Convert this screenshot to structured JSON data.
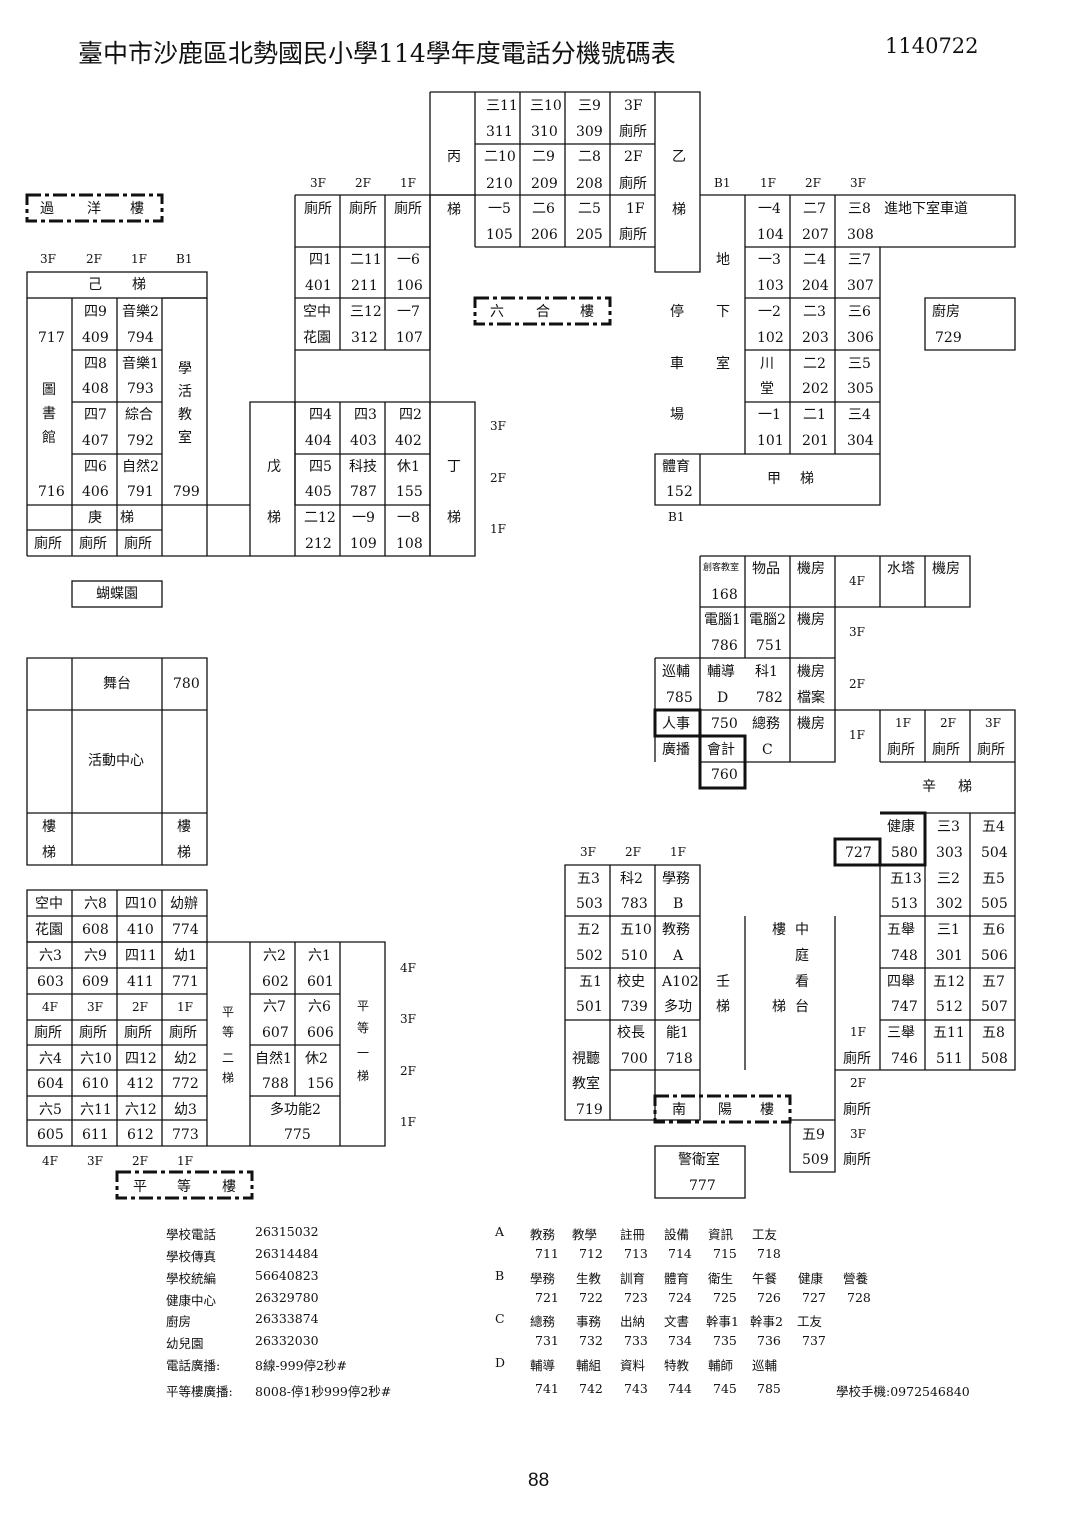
{
  "header": {
    "title": "臺中市沙鹿區北勢國民小學114學年度電話分機號碼表",
    "date": "1140722"
  },
  "west": {
    "header": [
      "過",
      "洋",
      "樓"
    ],
    "floors": [
      "3F",
      "2F",
      "1F",
      "B1"
    ],
    "ji_stair": [
      "己",
      "梯"
    ],
    "r1a": "四9",
    "r1b": "音樂2",
    "r1c": "409",
    "r1d": "794",
    "r2a": "四8",
    "r2b": "音樂1",
    "r2c": "408",
    "r2d": "793",
    "r3a": "四7",
    "r3b": "綜合",
    "r3c": "407",
    "r3d": "792",
    "r4a": "四6",
    "r4b": "自然2",
    "r4c": "406",
    "r4d": "791",
    "lib": [
      "圖",
      "書",
      "館"
    ],
    "lib_ext1": "717",
    "lib_ext2": "716",
    "hall": [
      "學",
      "活",
      "教",
      "室"
    ],
    "hall_ext": "799",
    "geng_stair": [
      "庚",
      "梯"
    ],
    "wc": "廁所",
    "butterfly": "蝴蝶園"
  },
  "stage": {
    "stage_label": "舞台",
    "stage_ext": "780",
    "center": "活動中心",
    "stair": [
      "樓",
      "梯"
    ]
  },
  "center": {
    "floors": [
      "3F",
      "2F",
      "1F"
    ],
    "wc": "廁所",
    "r401a": "四1",
    "r401b": "401",
    "r211a": "二11",
    "r211b": "211",
    "r106a": "一6",
    "r106b": "106",
    "garden": [
      "空中",
      "花園"
    ],
    "r312a": "三12",
    "r312b": "312",
    "r107a": "一7",
    "r107b": "107",
    "wu": [
      "戊",
      "梯"
    ],
    "ding": [
      "丁",
      "梯"
    ],
    "bing": [
      "丙",
      "梯"
    ],
    "r404a": "四4",
    "r404b": "404",
    "r403a": "四3",
    "r403b": "403",
    "r402a": "四2",
    "r402b": "402",
    "r405a": "四5",
    "r405b": "405",
    "tech_a": "科技",
    "tech_b": "787",
    "xiu1a": "休1",
    "xiu1b": "155",
    "r212a": "二12",
    "r212b": "212",
    "r109a": "一9",
    "r109b": "109",
    "r108a": "一8",
    "r108b": "108",
    "ding_floors": [
      "3F",
      "2F",
      "1F"
    ],
    "c1": [
      "三11",
      "三10",
      "三9",
      "3F"
    ],
    "c1n": [
      "311",
      "310",
      "309",
      "廁所"
    ],
    "c2": [
      "二10",
      "二9",
      "二8",
      "2F"
    ],
    "c2n": [
      "210",
      "209",
      "208",
      "廁所"
    ],
    "c3": [
      "一5",
      "二6",
      "二5",
      "1F"
    ],
    "c3n": [
      "105",
      "206",
      "205",
      "廁所"
    ],
    "liuhe": [
      "六",
      "合",
      "樓"
    ]
  },
  "east": {
    "yi": [
      "乙",
      "梯"
    ],
    "floors": [
      "B1",
      "1F",
      "2F",
      "3F"
    ],
    "rows": [
      [
        "一4",
        "二7",
        "三8"
      ],
      [
        "104",
        "207",
        "308"
      ],
      [
        "一3",
        "二4",
        "三7"
      ],
      [
        "103",
        "204",
        "307"
      ],
      [
        "一2",
        "二3",
        "三6"
      ],
      [
        "102",
        "203",
        "306"
      ],
      [
        "川",
        "二2",
        "三5"
      ],
      [
        "堂",
        "202",
        "305"
      ],
      [
        "一1",
        "二1",
        "三4"
      ],
      [
        "101",
        "201",
        "304"
      ]
    ],
    "tunnel": "進地下室車道",
    "kitchen": "廚房",
    "kitchen_ext": "729",
    "di": "地",
    "xia": "下",
    "shi": "室",
    "ting": "停",
    "che": "車",
    "chang": "場",
    "gym": "體育",
    "gym_ext": "152",
    "b1": "B1",
    "jia": [
      "甲",
      "梯"
    ]
  },
  "admin": {
    "maker": "創客教室",
    "goods": "物品",
    "machine": "機房",
    "ext168": "168",
    "floor4": "4F",
    "water": "水塔",
    "machine2": "機房",
    "pc1": "電腦1",
    "pc2": "電腦2",
    "pc1_ext": "786",
    "pc2_ext": "751",
    "floor3": "3F",
    "xunfu": "巡輔",
    "fudao": "輔導",
    "ke1": "科1",
    "xunfu_ext": "785",
    "fudao_ext": "D",
    "ke1_ext": "782",
    "archive": "檔案",
    "floor2": "2F",
    "hr": "人事",
    "hr_ext": "750",
    "general": "總務",
    "general_ext": "C",
    "broadcast": "廣播",
    "account": "會計",
    "account_ext": "760",
    "floor1": "1F",
    "xin_floors": [
      "1F",
      "2F",
      "3F"
    ],
    "xin_wc": "廁所",
    "xin": [
      "辛",
      "梯"
    ]
  },
  "south": {
    "floors": [
      "3F",
      "2F",
      "1F"
    ],
    "r503a": "五3",
    "r503b": "503",
    "ke2a": "科2",
    "ke2b": "783",
    "xuewu": "學務",
    "xuewu_ext": "B",
    "r502a": "五2",
    "r502b": "502",
    "r510a": "五10",
    "r510b": "510",
    "jiaowu": "教務",
    "jiaowu_ext": "A",
    "r501a": "五1",
    "r501b": "501",
    "xiaoshi": "校史",
    "xiaoshi_ext": "739",
    "a102": "A102",
    "multi": "多功",
    "multi2": "能1",
    "multi_ext": "718",
    "ren": [
      "壬",
      "梯"
    ],
    "principal": "校長",
    "principal_ext": "700",
    "av": [
      "視聽",
      "教室"
    ],
    "av_ext": "719",
    "court": [
      "樓",
      "中",
      "庭",
      "看",
      "梯",
      "台"
    ],
    "nanyang": [
      "南",
      "陽",
      "樓"
    ],
    "guard": "警衛室",
    "guard_ext": "777",
    "r509a": "五9",
    "r509b": "509",
    "health": "健康",
    "health_ext": "580",
    "health_ext2": "727",
    "grid": [
      [
        "三3",
        "五4"
      ],
      [
        "303",
        "504"
      ],
      [
        "五13",
        "三2",
        "五5"
      ],
      [
        "513",
        "302",
        "505"
      ],
      [
        "五舉",
        "三1",
        "五6"
      ],
      [
        "748",
        "301",
        "506"
      ],
      [
        "四舉",
        "五12",
        "五7"
      ],
      [
        "747",
        "512",
        "507"
      ],
      [
        "三舉",
        "五11",
        "五8"
      ],
      [
        "746",
        "511",
        "508"
      ]
    ],
    "f1": "1F",
    "f2": "2F",
    "f3": "3F",
    "wc": "廁所"
  },
  "pingdeng": {
    "garden": [
      "空中",
      "花園"
    ],
    "r608a": "六8",
    "r608b": "608",
    "r410a": "四10",
    "r410b": "410",
    "kinder_office": "幼辦",
    "kinder_ext": "774",
    "r603a": "六3",
    "r603b": "603",
    "r609a": "六9",
    "r609b": "609",
    "r411a": "四11",
    "r411b": "411",
    "k1a": "幼1",
    "k1b": "771",
    "fl": [
      "4F",
      "3F",
      "2F",
      "1F"
    ],
    "wc": "廁所",
    "r604a": "六4",
    "r604b": "604",
    "r610a": "六10",
    "r610b": "610",
    "r412a": "四12",
    "r412b": "412",
    "k2a": "幼2",
    "k2b": "772",
    "r605a": "六5",
    "r605b": "605",
    "r611a": "六11",
    "r611b": "611",
    "r612a": "六12",
    "r612b": "612",
    "k3a": "幼3",
    "k3b": "773",
    "stair2": [
      "平",
      "等",
      "二",
      "梯"
    ],
    "stair1": [
      "平",
      "等",
      "一",
      "梯"
    ],
    "r602a": "六2",
    "r602b": "602",
    "r601a": "六1",
    "r601b": "601",
    "r607a": "六7",
    "r607b": "607",
    "r606a": "六6",
    "r606b": "606",
    "sci1a": "自然1",
    "sci1b": "788",
    "xiu2a": "休2",
    "xiu2b": "156",
    "multi2": "多功能2",
    "multi2_ext": "775",
    "side_floors": [
      "4F",
      "3F",
      "2F",
      "1F"
    ],
    "label": [
      "平",
      "等",
      "樓"
    ]
  },
  "legend": {
    "left": [
      [
        "學校電話",
        "26315032"
      ],
      [
        "學校傳真",
        "26314484"
      ],
      [
        "學校統編",
        "56640823"
      ],
      [
        "健康中心",
        "26329780"
      ],
      [
        "廚房",
        "26333874"
      ],
      [
        "幼兒園",
        "26332030"
      ],
      [
        "電話廣播:",
        "8線-999停2秒#"
      ],
      [
        "平等樓廣播:",
        "8008-停1秒999停2秒#"
      ]
    ],
    "A": {
      "key": "A",
      "labels": [
        "教務",
        "教學",
        "註冊",
        "設備",
        "資訊",
        "工友"
      ],
      "exts": [
        "711",
        "712",
        "713",
        "714",
        "715",
        "718"
      ]
    },
    "B": {
      "key": "B",
      "labels": [
        "學務",
        "生教",
        "訓育",
        "體育",
        "衛生",
        "午餐",
        "健康",
        "營養"
      ],
      "exts": [
        "721",
        "722",
        "723",
        "724",
        "725",
        "726",
        "727",
        "728"
      ]
    },
    "C": {
      "key": "C",
      "labels": [
        "總務",
        "事務",
        "出納",
        "文書",
        "幹事1",
        "幹事2",
        "工友"
      ],
      "exts": [
        "731",
        "732",
        "733",
        "734",
        "735",
        "736",
        "737"
      ]
    },
    "D": {
      "key": "D",
      "labels": [
        "輔導",
        "輔組",
        "資料",
        "特教",
        "輔師",
        "巡輔"
      ],
      "exts": [
        "741",
        "742",
        "743",
        "744",
        "745",
        "785"
      ]
    },
    "mobile": "學校手機:0972546840"
  },
  "page_number": "88"
}
